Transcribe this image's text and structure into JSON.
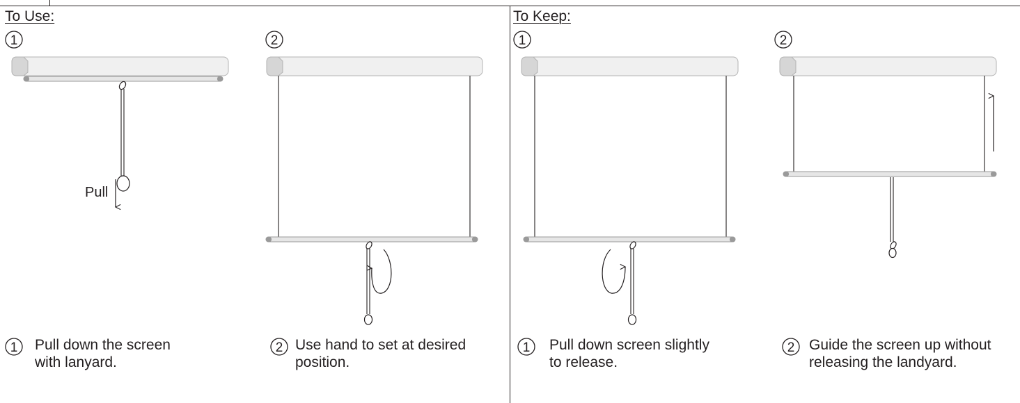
{
  "sections": [
    {
      "title": "To Use:"
    },
    {
      "title": "To Keep:"
    }
  ],
  "pull_label": "Pull",
  "steps": [
    {
      "number": "1",
      "lines": [
        "Pull down the screen",
        "with lanyard."
      ]
    },
    {
      "number": "2",
      "lines": [
        "Use hand to set at desired",
        "position."
      ]
    },
    {
      "number": "1",
      "lines": [
        "Pull down screen slightly",
        "to release."
      ]
    },
    {
      "number": "2",
      "lines": [
        "Guide the screen up without",
        "releasing the landyard."
      ]
    }
  ],
  "colors": {
    "ink": "#231f20",
    "casing": "#f0f0f0",
    "casing_stroke": "#b3b3b3",
    "rail": "#d9d9d9"
  }
}
